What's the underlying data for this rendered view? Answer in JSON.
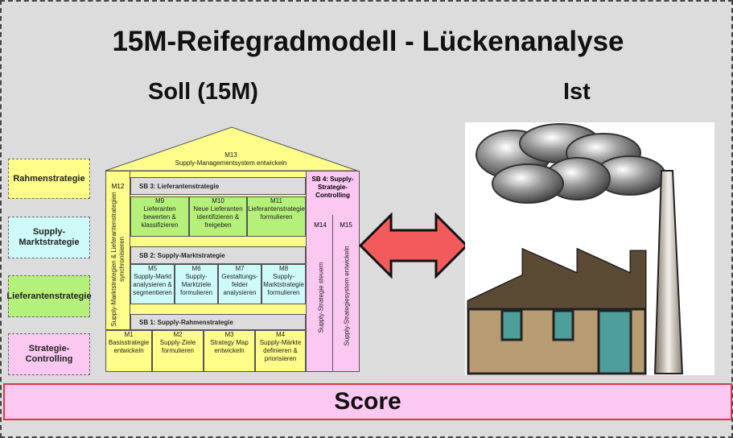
{
  "title": "15M-Reifegradmodell - Lückenanalyse",
  "soll_label": "Soll  (15M)",
  "ist_label": "Ist",
  "score_label": "Score",
  "side_labels": [
    "Rahmenstrategie",
    "Supply-Marktstrategie",
    "Lieferantenstrategie",
    "Strategie-Controlling"
  ],
  "house": {
    "m13": {
      "code": "M13",
      "label": "Supply-Managementsystem entwickeln"
    },
    "m12": {
      "code": "M12",
      "label": "Supply-Marktstrategien & Lieferantenstrategien synchronisieren"
    },
    "sb4": {
      "label": "SB 4: Supply-Strategie-Controlling"
    },
    "m14": {
      "code": "M14",
      "label": "Supply-Strategie steuern"
    },
    "m15": {
      "code": "M15",
      "label": "Supply-Strategiesystem entwickeln"
    },
    "sb3": "SB 3: Lieferantenstrategie",
    "sb2": "SB 2: Supply-Marktstrategie",
    "sb1": "SB 1: Supply-Rahmenstrategie",
    "row3": [
      {
        "code": "M9",
        "label": "Lieferanten bewerten & klassifizieren"
      },
      {
        "code": "M10",
        "label": "Neue Lieferanten identifizieren & freigeben"
      },
      {
        "code": "M11",
        "label": "Lieferantenstrategie formulieren"
      }
    ],
    "row2": [
      {
        "code": "M5",
        "label": "Supply-Markt analysieren & segmentieren"
      },
      {
        "code": "M6",
        "label": "Supply-Marktziele formulieren"
      },
      {
        "code": "M7",
        "label": "Gestaltungs-felder analysieren"
      },
      {
        "code": "M8",
        "label": "Supply-Marktstrategie formulieren"
      }
    ],
    "row1": [
      {
        "code": "M1",
        "label": "Basisstrategie entwickeln"
      },
      {
        "code": "M2",
        "label": "Supply-Ziele formulieren"
      },
      {
        "code": "M3",
        "label": "Strategy Map entwickeln"
      },
      {
        "code": "M4",
        "label": "Supply-Märkte definieren & priorisieren"
      }
    ]
  },
  "colors": {
    "yellow": "#fdfd8a",
    "green": "#b5f07a",
    "cyan": "#cffafa",
    "pink": "#fbc8f2",
    "arrow": "#f25b5b",
    "score_border": "#d23b4a"
  },
  "icons": [
    "double-arrow-icon",
    "factory-icon"
  ]
}
